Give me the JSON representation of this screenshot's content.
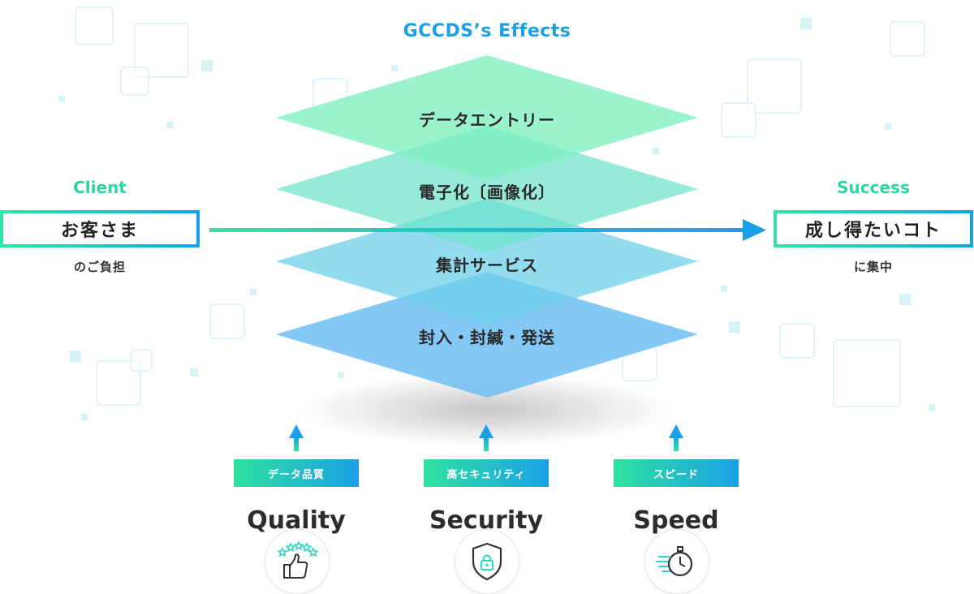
{
  "title": "GCCDS’s Effects",
  "left": {
    "heading": "Client",
    "box": "お客さま",
    "sub": "のご負担"
  },
  "right": {
    "heading": "Success",
    "box": "成し得たいコト",
    "sub": "に集中"
  },
  "layers": [
    {
      "label": "データエントリー"
    },
    {
      "label": "電子化〔画像化〕"
    },
    {
      "label": "集計サービス"
    },
    {
      "label": "封入・封緘・発送"
    }
  ],
  "metrics": [
    {
      "tag": "データ品質",
      "title": "Quality",
      "icon": "thumbs-up-stars-icon"
    },
    {
      "tag": "高セキュリティ",
      "title": "Security",
      "icon": "shield-lock-icon"
    },
    {
      "tag": "スピード",
      "title": "Speed",
      "icon": "stopwatch-icon"
    }
  ],
  "colors": {
    "accent_blue": "#1aa0e6",
    "accent_green": "#2fd69b",
    "layer_top": "#8ff0c6",
    "layer_bottom": "#7cc8f5"
  }
}
